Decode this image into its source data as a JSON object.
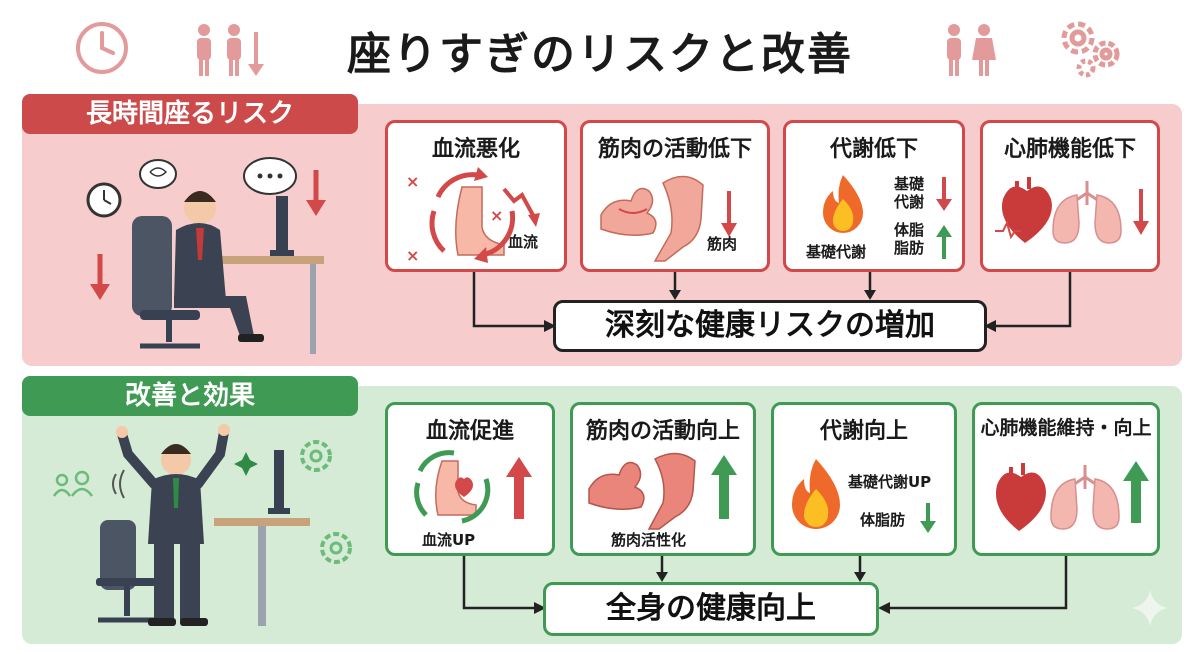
{
  "title": "座りすぎのリスクと改善",
  "risk": {
    "heading": "長時間座るリスク",
    "cards": [
      {
        "title": "血流悪化",
        "label": "血流"
      },
      {
        "title": "筋肉の活動低下",
        "label": "筋肉"
      },
      {
        "title": "代謝低下",
        "label_metabolism": "基礎代謝",
        "label_a": "基礎\n代謝",
        "label_b": "体脂\n脂肪"
      },
      {
        "title": "心肺機能低下"
      }
    ],
    "outcome": "深刻な健康リスクの増加"
  },
  "improve": {
    "heading": "改善と効果",
    "cards": [
      {
        "title": "血流促進",
        "label": "血流UP"
      },
      {
        "title": "筋肉の活動向上",
        "label": "筋肉活性化"
      },
      {
        "title": "代謝向上",
        "label_a": "基礎代謝UP",
        "label_b": "体脂肪"
      },
      {
        "title": "心肺機能維持・向上"
      }
    ],
    "outcome": "全身の健康向上"
  },
  "colors": {
    "red": "#d34848",
    "green": "#3f9a53",
    "pink_bg": "#f6cccc",
    "green_bg": "#d5ebd6"
  },
  "icons": [
    "clock-icon",
    "people-icon",
    "gear-icon",
    "heart-icon",
    "lungs-icon",
    "fire-icon",
    "arm-icon",
    "leg-icon",
    "foot-icon"
  ]
}
